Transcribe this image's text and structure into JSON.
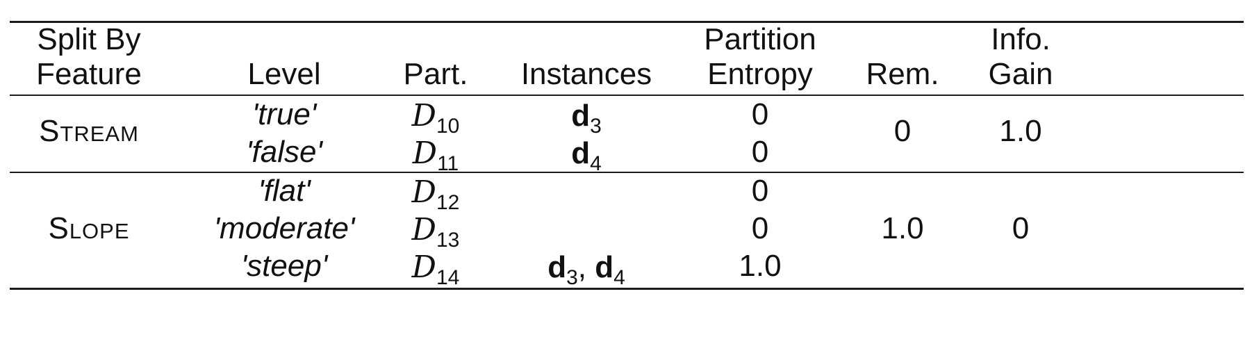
{
  "header": {
    "split_by_feature_line1": "Split By",
    "split_by_feature_line2": "Feature",
    "level": "Level",
    "part": "Part.",
    "instances": "Instances",
    "partition_entropy_line1": "Partition",
    "partition_entropy_line2": "Entropy",
    "rem": "Rem.",
    "info_gain_line1": "Info.",
    "info_gain_line2": "Gain"
  },
  "groups": [
    {
      "feature": "Stream",
      "remainder": "0",
      "info_gain": "1.0",
      "rows": [
        {
          "level": "'true'",
          "part_symbol": "D",
          "part_sub": "10",
          "instances": [
            {
              "sym": "d",
              "sub": "3"
            }
          ],
          "entropy": "0"
        },
        {
          "level": "'false'",
          "part_symbol": "D",
          "part_sub": "11",
          "instances": [
            {
              "sym": "d",
              "sub": "4"
            }
          ],
          "entropy": "0"
        }
      ]
    },
    {
      "feature": "Slope",
      "remainder": "1.0",
      "info_gain": "0",
      "rows": [
        {
          "level": "'flat'",
          "part_symbol": "D",
          "part_sub": "12",
          "instances": [],
          "entropy": "0"
        },
        {
          "level": "'moderate'",
          "part_symbol": "D",
          "part_sub": "13",
          "instances": [],
          "entropy": "0"
        },
        {
          "level": "'steep'",
          "part_symbol": "D",
          "part_sub": "14",
          "instances": [
            {
              "sym": "d",
              "sub": "3"
            },
            {
              "sym": "d",
              "sub": "4"
            }
          ],
          "entropy": "1.0"
        }
      ]
    }
  ]
}
